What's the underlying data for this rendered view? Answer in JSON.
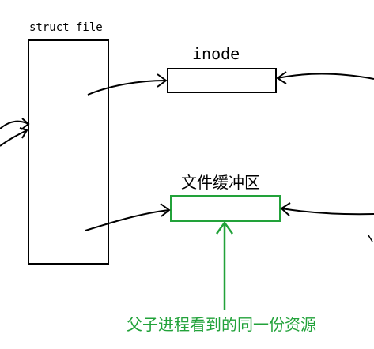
{
  "labels": {
    "struct_file": "struct file",
    "inode": "inode",
    "file_buffer": "文件缓冲区",
    "shared_note": "父子进程看到的同一份资源"
  },
  "colors": {
    "ink": "#000000",
    "highlight": "#22a23a",
    "background": "#ffffff"
  }
}
